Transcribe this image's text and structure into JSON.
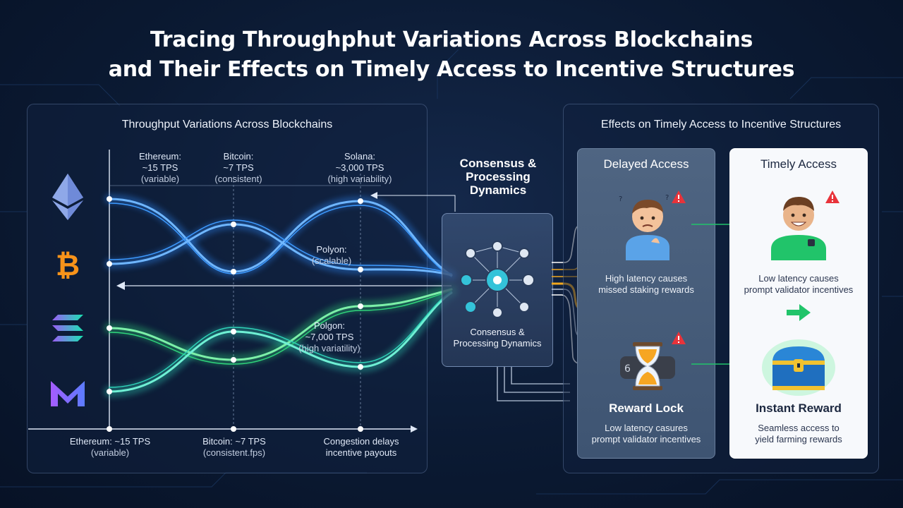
{
  "title": {
    "line1": "Tracing Throughphut Variations Across Blockchains",
    "line2": "and Their Effects on Timely Access to Incentive Structures"
  },
  "left_panel": {
    "heading": "Throughput Variations Across Blockchains",
    "top_labels": [
      {
        "name": "Ethereum:",
        "value": "~15 TPS",
        "note": "(variable)"
      },
      {
        "name": "Bitcoin:",
        "value": "~7 TPS",
        "note": "(consistent)"
      },
      {
        "name": "Solana:",
        "value": "~3,000 TPS",
        "note": "(high variability)"
      }
    ],
    "polyon": {
      "name": "Polyon:",
      "note": "(scalable)"
    },
    "polgon": {
      "name": "Polgon:",
      "value": "~7,000 TPS",
      "note": "(high variatility)"
    },
    "bottom_labels": [
      {
        "line1": "Ethereum: ~15 TPS",
        "line2": "(variable)"
      },
      {
        "line1": "Bitcoin: ~7 TPS",
        "line2": "(consistent.fps)"
      },
      {
        "line1": "Congestion delays",
        "line2": "incentive payouts"
      }
    ],
    "chain_icons": [
      "ethereum-icon",
      "bitcoin-icon",
      "solana-icon",
      "polygon-icon"
    ]
  },
  "center": {
    "title_line1": "Consensus &",
    "title_line2": "Processing",
    "title_line3": "Dynamics",
    "box_line1": "Consensus &",
    "box_line2": "Processing Dynamics"
  },
  "right_panel": {
    "heading": "Effects on Timely Access to Incentive Structures",
    "delayed": {
      "heading": "Delayed Access",
      "text1_line1": "High latency causes",
      "text1_line2": "missed staking rewards",
      "bold": "Reward Lock",
      "text2_line1": "Low latency casures",
      "text2_line2": "prompt validator incentives"
    },
    "timely": {
      "heading": "Timely Access",
      "text1_line1": "Low latency causes",
      "text1_line2": "prompt validator incentives",
      "bold": "Instant Reward",
      "text2_line1": "Seamless access to",
      "text2_line2": "yield farming rewards"
    }
  },
  "colors": {
    "blue_stream": "#2f8cff",
    "green_stream": "#2fd37a",
    "orange_arrow": "#f2a81d",
    "green_arrow": "#21c46a",
    "alert_red": "#e8333a"
  }
}
